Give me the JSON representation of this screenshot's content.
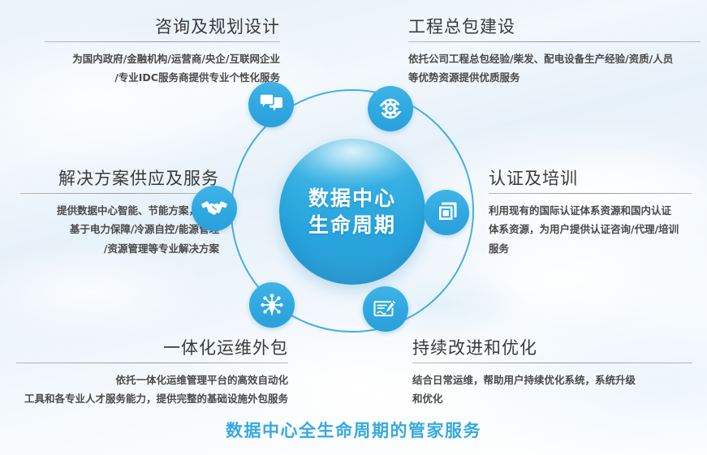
{
  "center": {
    "line1": "数据中心",
    "line2": "生命周期"
  },
  "footer": {
    "title": "数据中心全生命周期的管家服务"
  },
  "colors": {
    "accent": "#36a9e1",
    "ring": "#35a8e0",
    "node": "#2fa8e0",
    "title_text": "#3a3a3a",
    "body_text": "#4a4a4a",
    "footer_text": "#36a9e1"
  },
  "blocks": [
    {
      "id": "consult",
      "title": "咨询及规划设计",
      "align": "right",
      "icon": "chat-bubbles-icon",
      "lines": [
        "为国内政府/金融机构/运营商/央企/互联网企业",
        "/专业IDC服务商提供专业个性化服务"
      ]
    },
    {
      "id": "epc",
      "title": "工程总包建设",
      "align": "left",
      "icon": "gear-cycle-icon",
      "lines": [
        "依托公司工程总包经验/柴发、配电设备生产经验/资质/人员",
        "等优势资源提供优质服务"
      ]
    },
    {
      "id": "solution",
      "title": "解决方案供应及服务",
      "align": "right",
      "icon": "handshake-icon",
      "lines": [
        "提供数据中心智能、节能方案，提供",
        "基于电力保障/冷源自控/能源管理",
        "/资源管理等专业解决方案"
      ]
    },
    {
      "id": "cert",
      "title": "认证及培训",
      "align": "left",
      "icon": "certificate-layers-icon",
      "lines": [
        "利用现有的国际认证体系资源和国内认证",
        "体系资源，为用户提供认证咨询/代理/培训",
        "服务"
      ]
    },
    {
      "id": "ops",
      "title": "一体化运维外包",
      "align": "right",
      "icon": "network-hub-icon",
      "lines": [
        "依托一体化运维管理平台的高效自动化",
        "工具和各专业人才服务能力，提供完整的基础设施外包服务"
      ]
    },
    {
      "id": "improve",
      "title": "持续改进和优化",
      "align": "left",
      "icon": "document-sign-icon",
      "lines": [
        "结合日常运维，帮助用户持续优化系统，系统升级",
        "和优化"
      ]
    }
  ]
}
